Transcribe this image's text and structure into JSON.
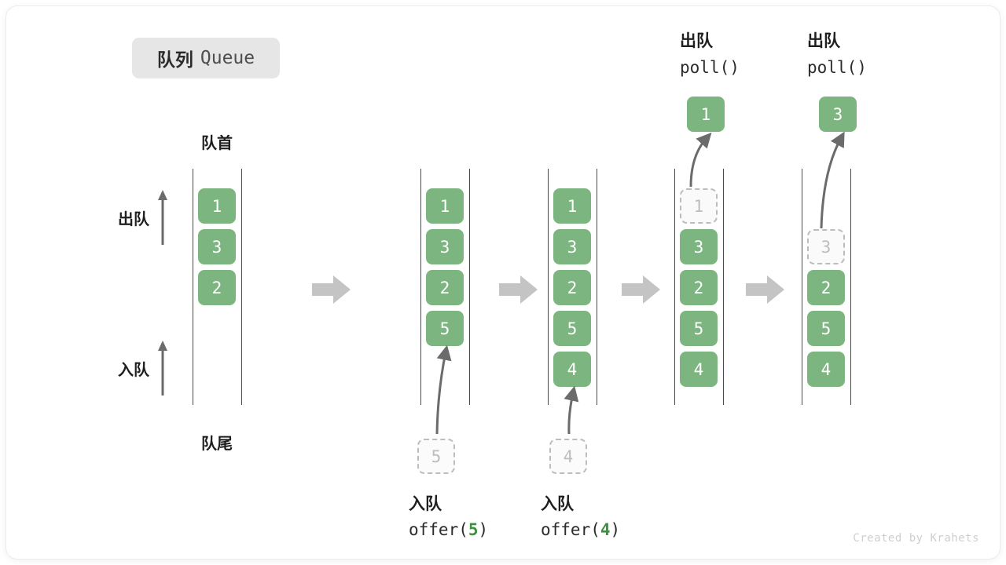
{
  "title": {
    "cn": "队列",
    "en": "Queue"
  },
  "captions": {
    "head": "队首",
    "tail": "队尾"
  },
  "side_labels": {
    "dequeue": "出队",
    "enqueue": "入队"
  },
  "colors": {
    "cell_fill": "#7db580",
    "cell_text": "#ffffff",
    "ghost_border": "#bcbcbc",
    "ghost_text": "#bdbdbd",
    "rail": "#4a4a4a",
    "step_arrow": "#c4c4c4",
    "op_arrow": "#6b6b6b",
    "accent_green": "#3f9142",
    "badge_bg": "#e6e6e6"
  },
  "columns": [
    {
      "id": "col-1",
      "cells": [
        {
          "value": "1",
          "state": "filled"
        },
        {
          "value": "3",
          "state": "filled"
        },
        {
          "value": "2",
          "state": "filled"
        }
      ]
    },
    {
      "id": "col-2",
      "cells": [
        {
          "value": "1",
          "state": "filled"
        },
        {
          "value": "3",
          "state": "filled"
        },
        {
          "value": "2",
          "state": "filled"
        },
        {
          "value": "5",
          "state": "filled"
        }
      ]
    },
    {
      "id": "col-3",
      "cells": [
        {
          "value": "1",
          "state": "filled"
        },
        {
          "value": "3",
          "state": "filled"
        },
        {
          "value": "2",
          "state": "filled"
        },
        {
          "value": "5",
          "state": "filled"
        },
        {
          "value": "4",
          "state": "filled"
        }
      ]
    },
    {
      "id": "col-4",
      "cells": [
        {
          "value": "1",
          "state": "ghost"
        },
        {
          "value": "3",
          "state": "filled"
        },
        {
          "value": "2",
          "state": "filled"
        },
        {
          "value": "5",
          "state": "filled"
        },
        {
          "value": "4",
          "state": "filled"
        }
      ]
    },
    {
      "id": "col-5",
      "cells": [
        {
          "value": "",
          "state": "hidden"
        },
        {
          "value": "3",
          "state": "ghost"
        },
        {
          "value": "2",
          "state": "filled"
        },
        {
          "value": "5",
          "state": "filled"
        },
        {
          "value": "4",
          "state": "filled"
        }
      ]
    }
  ],
  "enqueue_ops": [
    {
      "ghost_value": "5",
      "label_cn": "入队",
      "fn_prefix": "offer(",
      "fn_arg": "5",
      "fn_suffix": ")"
    },
    {
      "ghost_value": "4",
      "label_cn": "入队",
      "fn_prefix": "offer(",
      "fn_arg": "4",
      "fn_suffix": ")"
    }
  ],
  "dequeue_ops": [
    {
      "label_cn": "出队",
      "fn": "poll()",
      "result_value": "1"
    },
    {
      "label_cn": "出队",
      "fn": "poll()",
      "result_value": "3"
    }
  ],
  "credit": "Created by Krahets"
}
